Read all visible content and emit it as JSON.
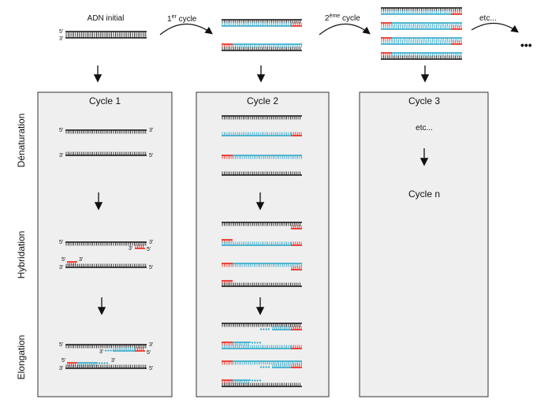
{
  "top": {
    "initial_label": "ADN initial",
    "cycle1_label": "1er cycle",
    "cycle1_num": "1",
    "cycle1_sup": "er",
    "cycle1_word": " cycle",
    "cycle2_num": "2",
    "cycle2_sup": "ème",
    "cycle2_word": " cycle",
    "etc_label": "etc...",
    "ellipsis": "•••"
  },
  "row_labels": {
    "denaturation": "Dénaturation",
    "hybridation": "Hybridation",
    "elongation": "Elongation"
  },
  "panels": {
    "cycle1_title": "Cycle 1",
    "cycle2_title": "Cycle 2",
    "cycle3_title": "Cycle 3",
    "cycle3_etc": "etc...",
    "cycle_n": "Cycle n"
  },
  "ends": {
    "five_prime": "5'",
    "three_prime": "3'"
  },
  "colors": {
    "template_strand": "#111111",
    "new_strand": "#2aa5c6",
    "primer": "#e8261c",
    "panel_bg": "#efefef"
  }
}
